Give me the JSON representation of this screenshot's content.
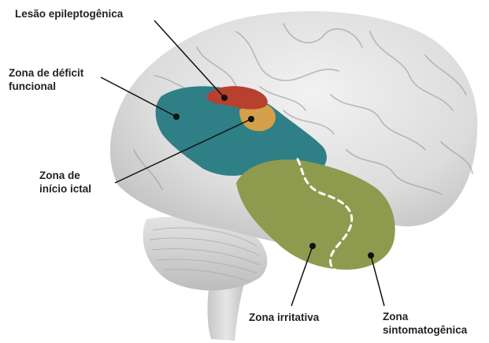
{
  "labels": {
    "lesao": "Lesão epileptogênica",
    "deficit": [
      "Zona de déficit",
      "funcional"
    ],
    "inicio": [
      "Zona de",
      "início ictal"
    ],
    "irritativa": "Zona irritativa",
    "sintomatogenica": [
      "Zona",
      "sintomatogênica"
    ]
  },
  "zones": {
    "deficit_functional": {
      "color": "#2f7f86"
    },
    "lesion": {
      "color": "#b8402f"
    },
    "ictal_onset": {
      "color": "#d4a04a"
    },
    "irritative_symptomatogenic": {
      "color": "#8e9b4e"
    }
  }
}
